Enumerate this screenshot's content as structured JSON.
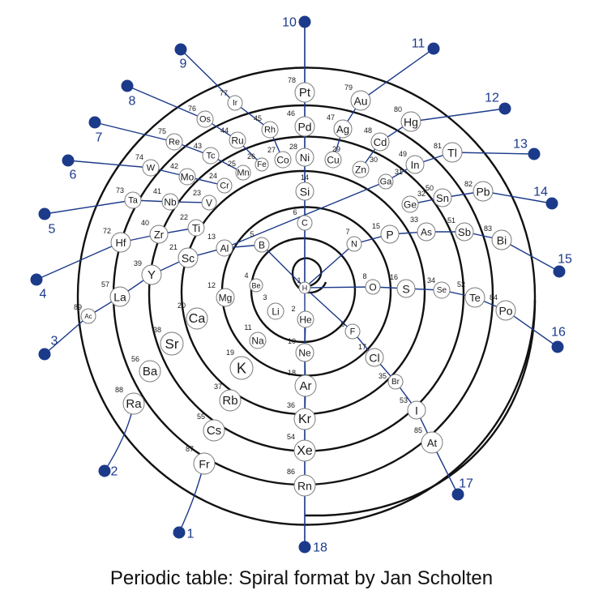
{
  "caption": "Periodic table: Spiral format by Jan Scholten",
  "colors": {
    "spiral": "#111111",
    "group_line": "#1c3a8a",
    "node": "#1c3a8a",
    "label": "#1c3a8a"
  },
  "center_element": {
    "symbol": "H",
    "number": "1"
  },
  "groups": [
    "1",
    "2",
    "3",
    "4",
    "5",
    "6",
    "7",
    "8",
    "9",
    "10",
    "11",
    "12",
    "13",
    "14",
    "15",
    "16",
    "17",
    "18"
  ],
  "elements": [
    {
      "s": "H",
      "n": "1"
    },
    {
      "s": "He",
      "n": "2"
    },
    {
      "s": "Li",
      "n": "3"
    },
    {
      "s": "Be",
      "n": "4"
    },
    {
      "s": "B",
      "n": "5"
    },
    {
      "s": "C",
      "n": "6"
    },
    {
      "s": "N",
      "n": "7"
    },
    {
      "s": "O",
      "n": "8"
    },
    {
      "s": "F",
      "n": "9"
    },
    {
      "s": "Ne",
      "n": "10"
    },
    {
      "s": "Na",
      "n": "11"
    },
    {
      "s": "Mg",
      "n": "12"
    },
    {
      "s": "Al",
      "n": "13"
    },
    {
      "s": "Si",
      "n": "14"
    },
    {
      "s": "P",
      "n": "15"
    },
    {
      "s": "S",
      "n": "16"
    },
    {
      "s": "Cl",
      "n": "17"
    },
    {
      "s": "Ar",
      "n": "18"
    },
    {
      "s": "K",
      "n": "19"
    },
    {
      "s": "Ca",
      "n": "20"
    },
    {
      "s": "Sc",
      "n": "21"
    },
    {
      "s": "Ti",
      "n": "22"
    },
    {
      "s": "V",
      "n": "23"
    },
    {
      "s": "Cr",
      "n": "24"
    },
    {
      "s": "Mn",
      "n": "25"
    },
    {
      "s": "Fe",
      "n": "26"
    },
    {
      "s": "Co",
      "n": "27"
    },
    {
      "s": "Ni",
      "n": "28"
    },
    {
      "s": "Cu",
      "n": "29"
    },
    {
      "s": "Zn",
      "n": "30"
    },
    {
      "s": "Ga",
      "n": "31"
    },
    {
      "s": "Ge",
      "n": "32"
    },
    {
      "s": "As",
      "n": "33"
    },
    {
      "s": "Se",
      "n": "34"
    },
    {
      "s": "Br",
      "n": "35"
    },
    {
      "s": "Kr",
      "n": "36"
    },
    {
      "s": "Rb",
      "n": "37"
    },
    {
      "s": "Sr",
      "n": "38"
    },
    {
      "s": "Y",
      "n": "39"
    },
    {
      "s": "Zr",
      "n": "40"
    },
    {
      "s": "Nb",
      "n": "41"
    },
    {
      "s": "Mo",
      "n": "42"
    },
    {
      "s": "Tc",
      "n": "43"
    },
    {
      "s": "Ru",
      "n": "44"
    },
    {
      "s": "Rh",
      "n": "45"
    },
    {
      "s": "Pd",
      "n": "46"
    },
    {
      "s": "Ag",
      "n": "47"
    },
    {
      "s": "Cd",
      "n": "48"
    },
    {
      "s": "In",
      "n": "49"
    },
    {
      "s": "Sn",
      "n": "50"
    },
    {
      "s": "Sb",
      "n": "51"
    },
    {
      "s": "Te",
      "n": "52"
    },
    {
      "s": "I",
      "n": "53"
    },
    {
      "s": "Xe",
      "n": "54"
    },
    {
      "s": "Cs",
      "n": "55"
    },
    {
      "s": "Ba",
      "n": "56"
    },
    {
      "s": "La",
      "n": "57"
    },
    {
      "s": "Hf",
      "n": "72"
    },
    {
      "s": "Ta",
      "n": "73"
    },
    {
      "s": "W",
      "n": "74"
    },
    {
      "s": "Re",
      "n": "75"
    },
    {
      "s": "Os",
      "n": "76"
    },
    {
      "s": "Ir",
      "n": "77"
    },
    {
      "s": "Pt",
      "n": "78"
    },
    {
      "s": "Au",
      "n": "79"
    },
    {
      "s": "Hg",
      "n": "80"
    },
    {
      "s": "Tl",
      "n": "81"
    },
    {
      "s": "Pb",
      "n": "82"
    },
    {
      "s": "Bi",
      "n": "83"
    },
    {
      "s": "Po",
      "n": "84"
    },
    {
      "s": "At",
      "n": "85"
    },
    {
      "s": "Rn",
      "n": "86"
    },
    {
      "s": "Fr",
      "n": "87"
    },
    {
      "s": "Ra",
      "n": "88"
    },
    {
      "s": "Ac",
      "n": "89"
    }
  ]
}
